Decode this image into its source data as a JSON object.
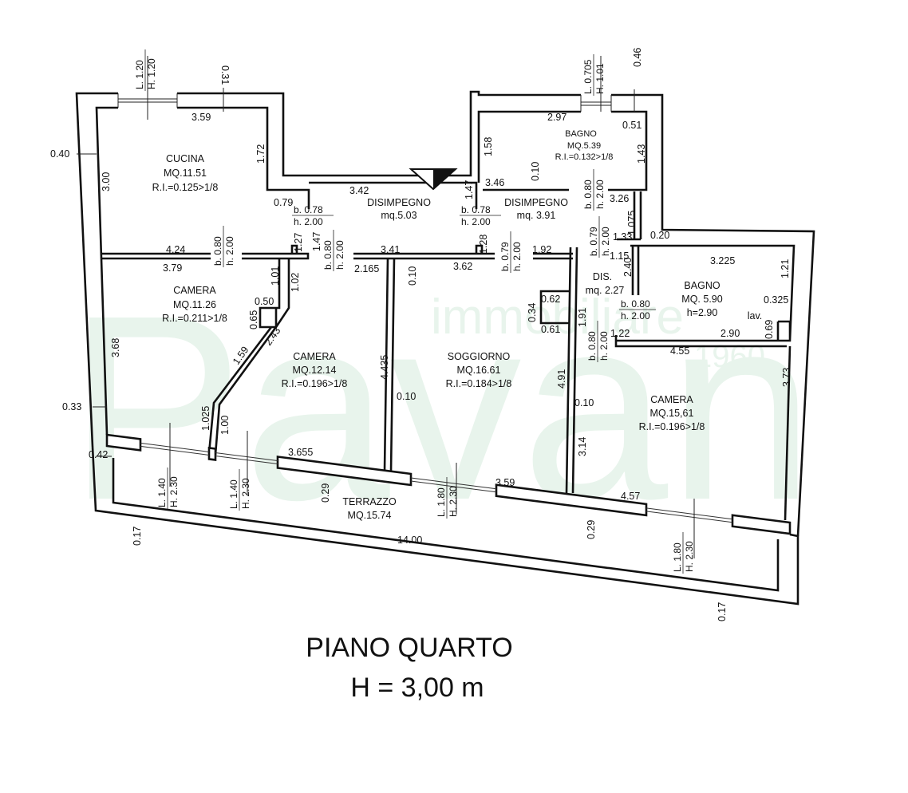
{
  "watermark": {
    "big": "Pavan",
    "small": "immobiliare",
    "year": "1960",
    "color": "#e6f3ea"
  },
  "title": {
    "floor": "PIANO QUARTO",
    "height": "H = 3,00 m"
  },
  "rooms": {
    "cucina": [
      "CUCINA",
      "MQ.11.51",
      "R.I.=0.125>1/8"
    ],
    "disimpegno1": [
      "DISIMPEGNO",
      "mq.5.03"
    ],
    "bagno1": [
      "BAGNO",
      "MQ.5.39",
      "R.I.=0.132>1/8"
    ],
    "disimpegno2": [
      "DISIMPEGNO",
      "mq. 3.91"
    ],
    "camera1": [
      "CAMERA",
      "MQ.11.26",
      "R.I.=0.211>1/8"
    ],
    "camera2": [
      "CAMERA",
      "MQ.12.14",
      "R.I.=0.196>1/8"
    ],
    "soggiorno": [
      "SOGGIORNO",
      "MQ.16.61",
      "R.I.=0.184>1/8"
    ],
    "dis": [
      "DIS.",
      "mq. 2.27"
    ],
    "bagno2": [
      "BAGNO",
      "MQ. 5.90",
      "h=2.90"
    ],
    "lav": "lav.",
    "camera3": [
      "CAMERA",
      "MQ.15,61",
      "R.I.=0.196>1/8"
    ],
    "terrazzo": [
      "TERRAZZO",
      "MQ.15.74"
    ]
  },
  "dims": [
    "3.59",
    "0.40",
    "3.00",
    "1.72",
    "0.79",
    "3.42",
    "4.24",
    "3.79",
    "1.01",
    "1.02",
    "0.50",
    "0.65",
    "2.43",
    "1.59",
    "3.68",
    "0.33",
    "1.025",
    "1.00",
    "0.42",
    "0.17",
    "3.655",
    "0.29",
    "14.00",
    "2.165",
    "3.41",
    "3.62",
    "0.10",
    "4.435",
    "0.10",
    "1.47",
    "1.27",
    "1.47",
    "1.28",
    "1.92",
    "0.62",
    "0.34",
    "0.61",
    "1.91",
    "4.91",
    "0.10",
    "3.14",
    "3.59",
    "4.57",
    "0.29",
    "0.17",
    "2.97",
    "0.51",
    "1.58",
    "1.43",
    "0.10",
    "3.46",
    "3.26",
    "1.075",
    "1.33",
    "0.20",
    "1.15",
    "2.40",
    "3.225",
    "1.21",
    "0.325",
    "0.69",
    "2.90",
    "1.22",
    "4.55",
    "3.73",
    "0.31",
    "0.46"
  ],
  "openings": [
    [
      "b. 0.78",
      "h. 2.00"
    ],
    [
      "b. 0.80",
      "h. 2.00"
    ],
    [
      "b. 0.80",
      "h. 2.00"
    ],
    [
      "b. 0.78",
      "h. 2.00"
    ],
    [
      "b. 0.79",
      "h. 2.00"
    ],
    [
      "b. 0.80",
      "h. 2.00"
    ],
    [
      "b. 0.79",
      "h. 2.00"
    ],
    [
      "b. 0.80",
      "h. 2.00"
    ],
    [
      "b. 0.80",
      "h. 2.00"
    ],
    [
      "L. 1.20",
      "H. 1.20"
    ],
    [
      "L. 0.705",
      "H. 1.01"
    ],
    [
      "L. 1.40",
      "H. 2.30"
    ],
    [
      "L. 1.40",
      "H. 2.30"
    ],
    [
      "L. 1.80",
      "H. 2.30"
    ],
    [
      "L. 1.80",
      "H. 2.30"
    ]
  ]
}
